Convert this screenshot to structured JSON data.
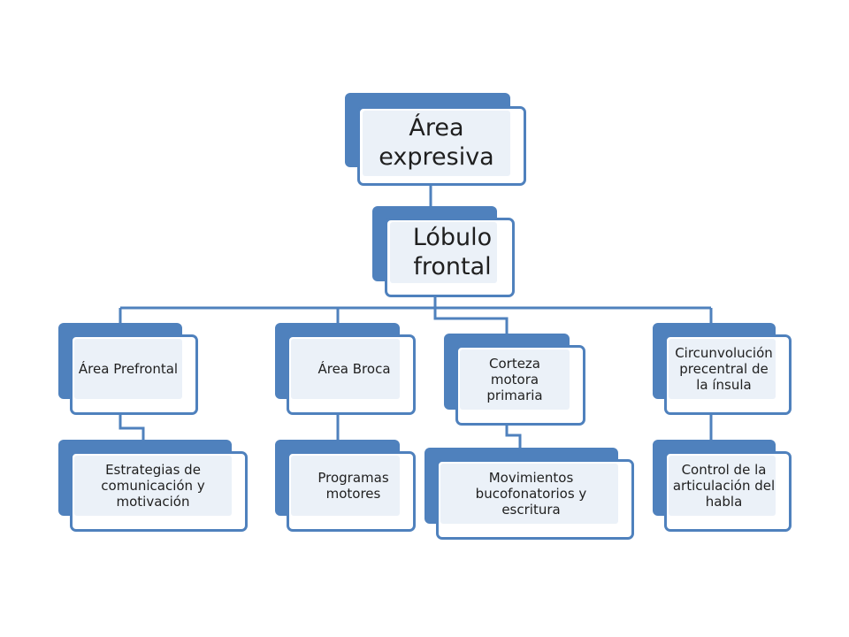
{
  "diagram": {
    "root": {
      "label": "Área expresiva"
    },
    "level2": {
      "label": "Lóbulo frontal"
    },
    "branches": [
      {
        "label": "Área Prefrontal",
        "child": "Estrategias de comunicación y motivación"
      },
      {
        "label": "Área Broca",
        "child": "Programas motores"
      },
      {
        "label": "Corteza motora primaria",
        "child": "Movimientos bucofonatorios y escritura"
      },
      {
        "label": "Circunvolución precentral de la ínsula",
        "child": "Control de la articulación del habla"
      }
    ],
    "colors": {
      "accent": "#4f81bd",
      "line": "#4f81bd",
      "background": "#ffffff"
    }
  }
}
